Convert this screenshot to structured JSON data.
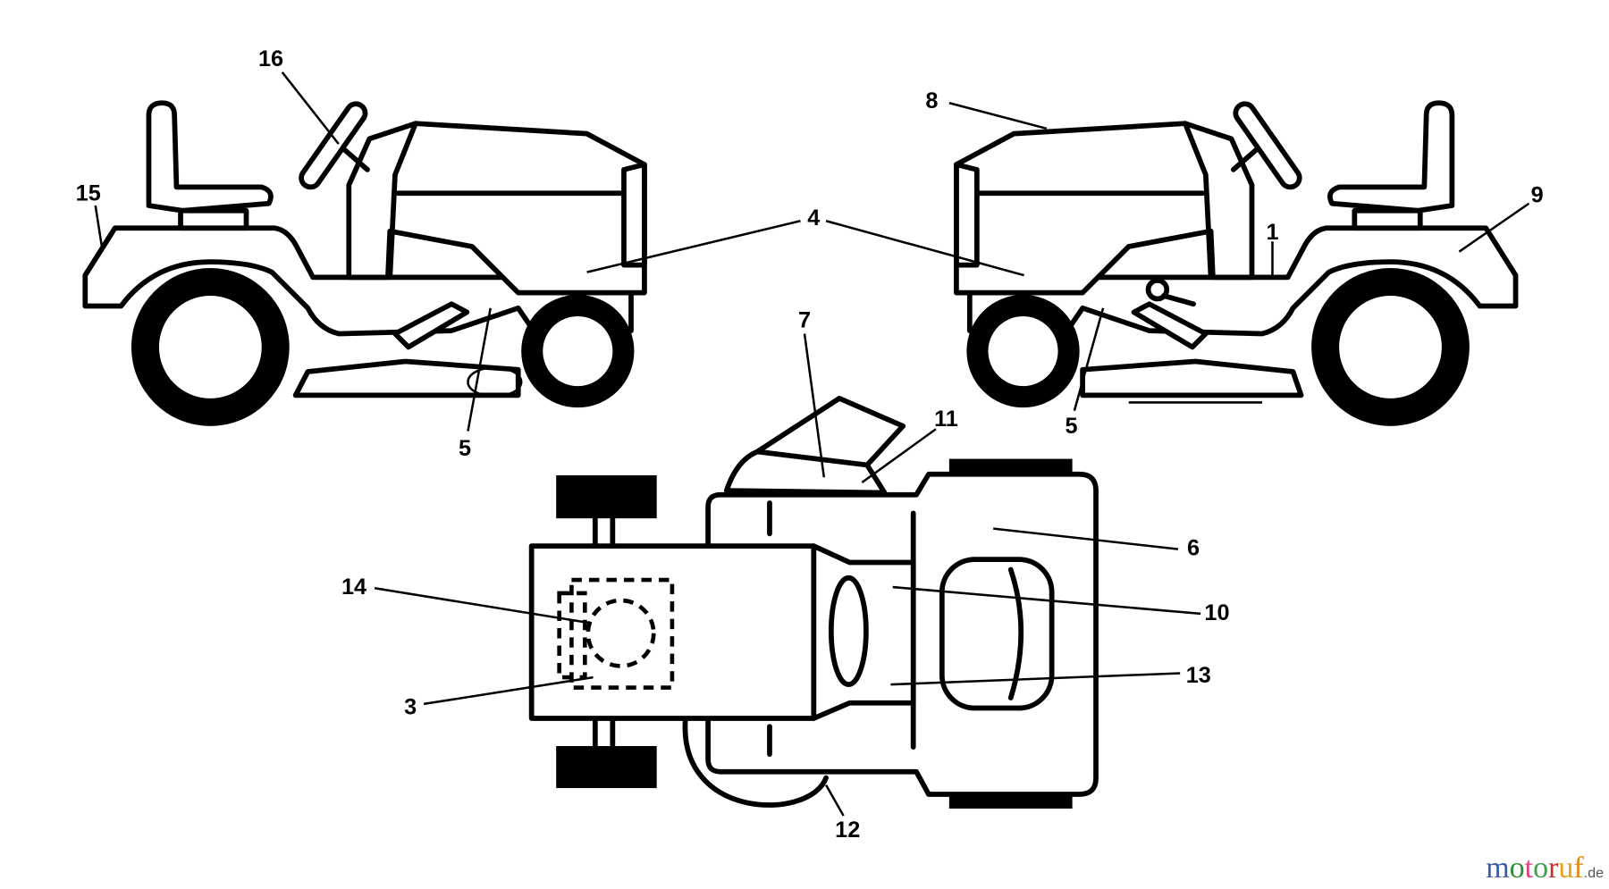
{
  "callouts": {
    "c16": "16",
    "c15": "15",
    "c4": "4",
    "c5a": "5",
    "c8": "8",
    "c9": "9",
    "c1": "1",
    "c5b": "5",
    "c7": "7",
    "c11": "11",
    "c6": "6",
    "c10": "10",
    "c13": "13",
    "c14": "14",
    "c3": "3",
    "c12": "12"
  },
  "watermark": {
    "letters": [
      "m",
      "o",
      "t",
      "o",
      "r",
      "u",
      "f"
    ],
    "colors": [
      "#3b5ba8",
      "#2f8f3a",
      "#e0457b",
      "#3ba34a",
      "#c9302c",
      "#e8a21b",
      "#e88a1b"
    ],
    "suffix": ".de"
  }
}
